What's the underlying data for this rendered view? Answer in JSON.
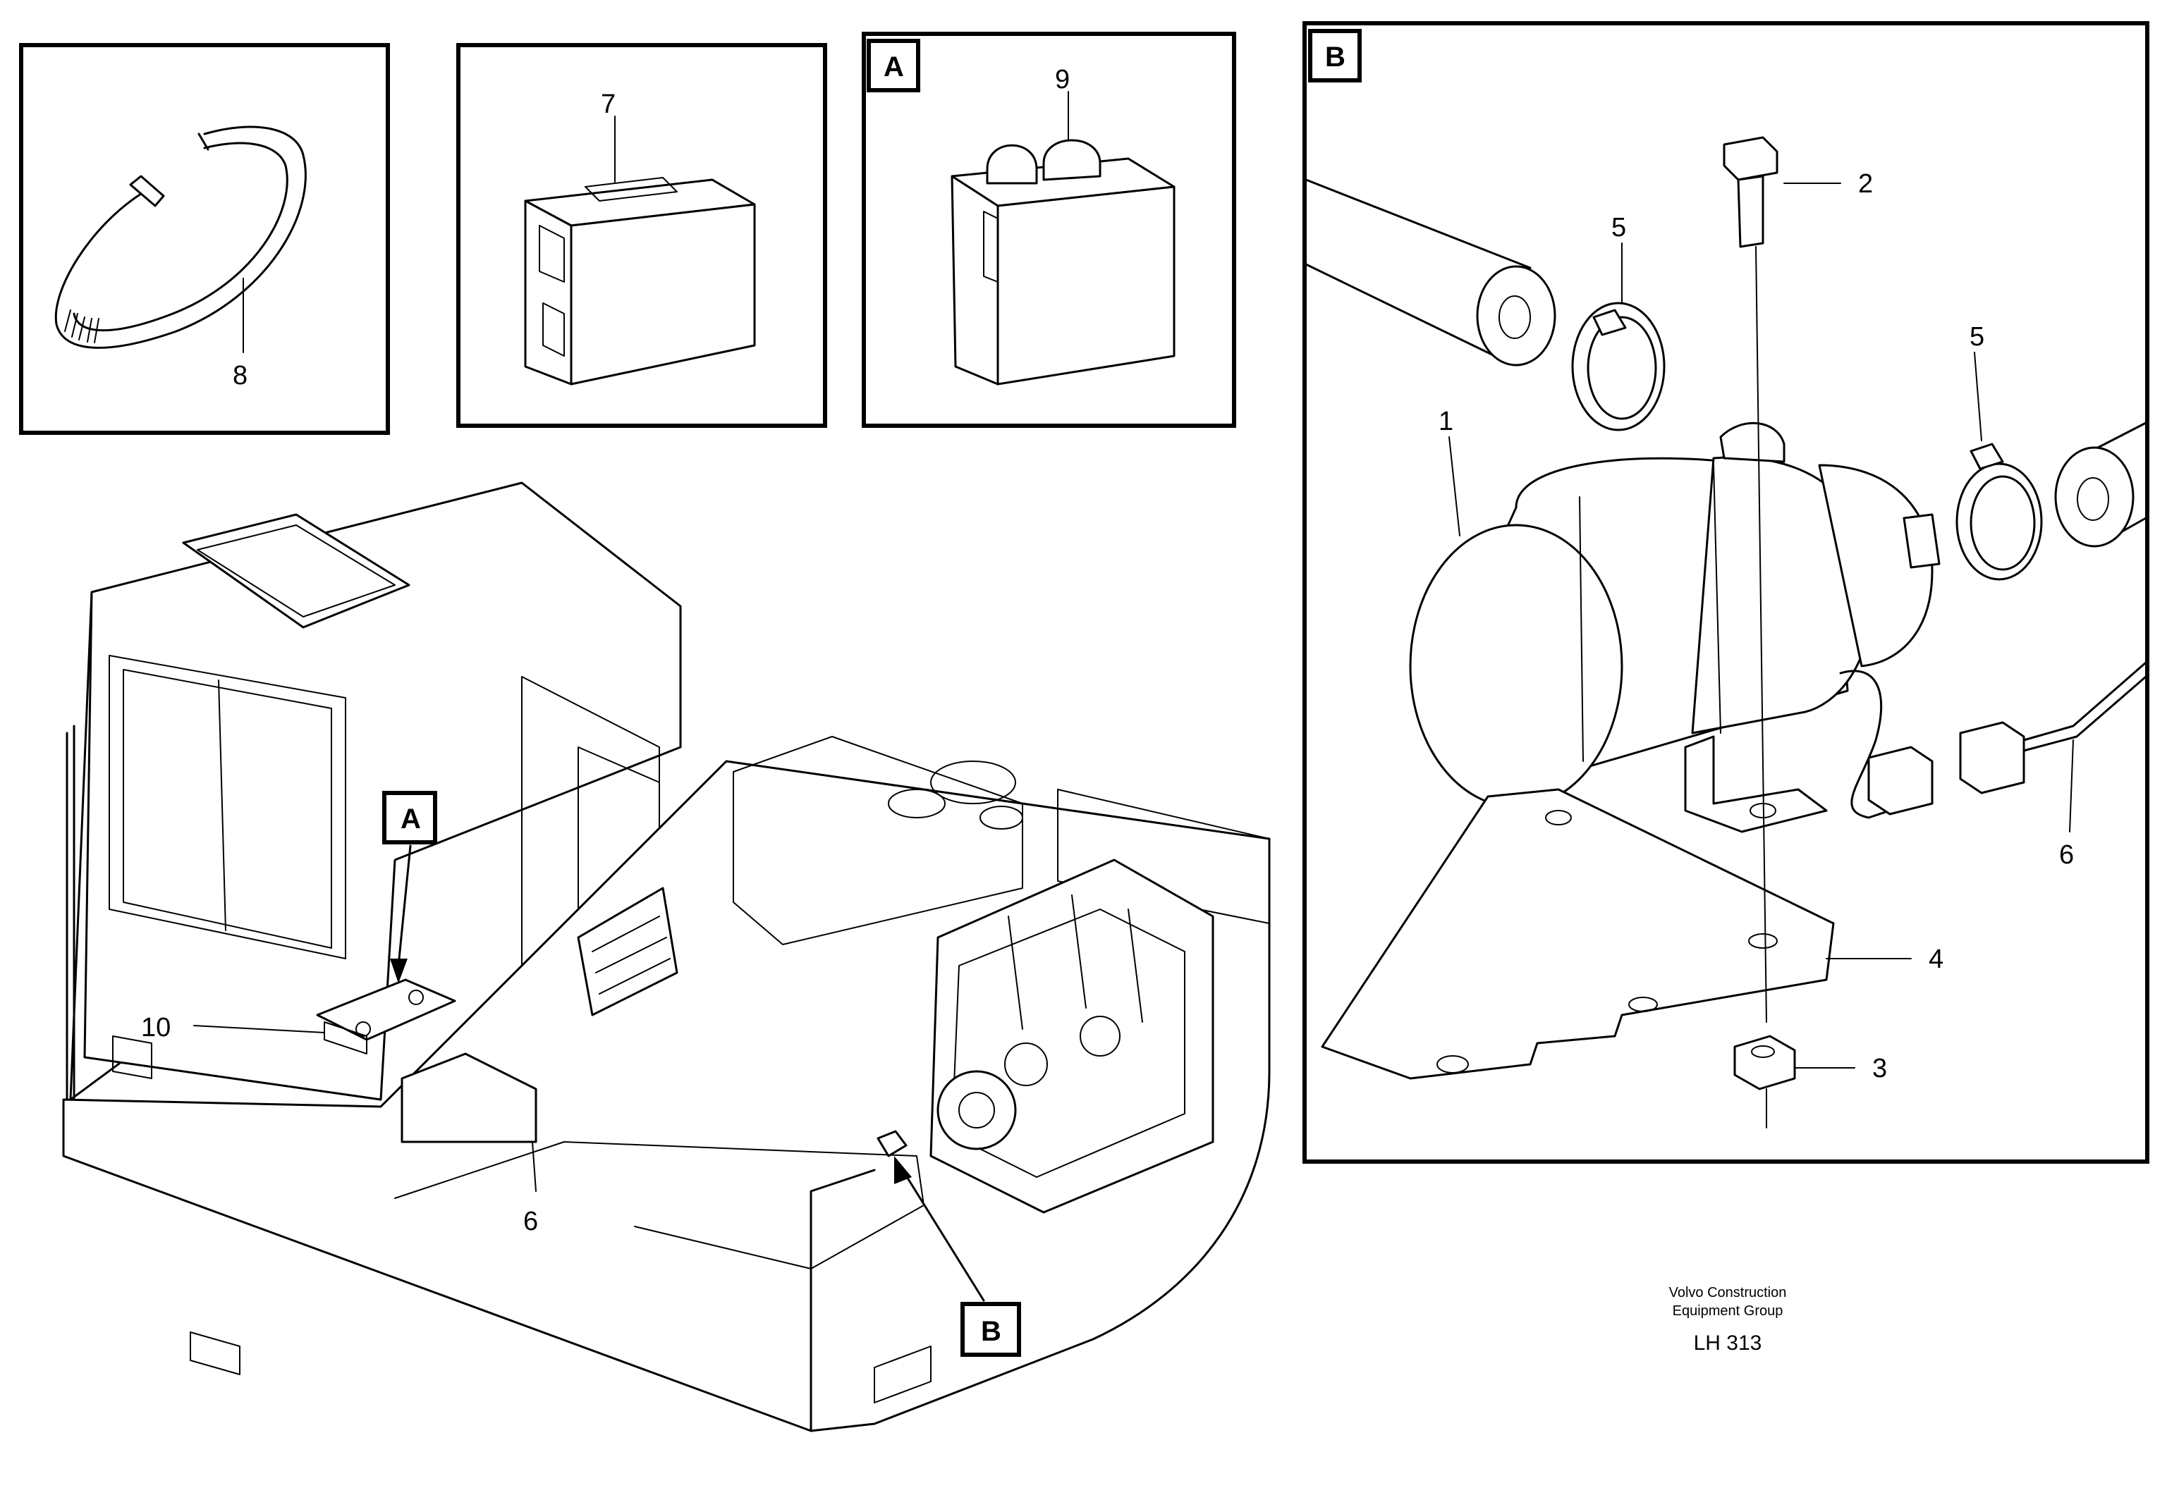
{
  "inset_tags": {
    "a": "A",
    "b": "B"
  },
  "part_labels": {
    "p1": "1",
    "p2": "2",
    "p3": "3",
    "p4": "4",
    "p5a": "5",
    "p5b": "5",
    "p6a": "6",
    "p6b": "6",
    "p7": "7",
    "p8": "8",
    "p9": "9",
    "p10": "10"
  },
  "callout_tags": {
    "a": "A",
    "b": "B"
  },
  "footer": {
    "line1": "Volvo Construction",
    "line2": "Equipment Group",
    "code": "LH 313"
  }
}
